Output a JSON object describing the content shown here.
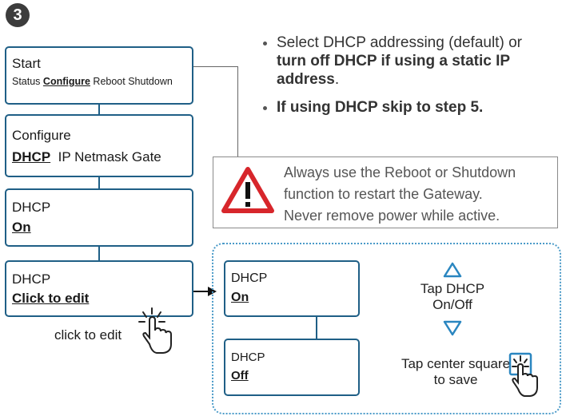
{
  "step_number": "3",
  "flow_boxes": [
    {
      "line1": "Start",
      "line2_parts": [
        "Status ",
        "Configure",
        " Reboot Shutdown"
      ]
    },
    {
      "line1": "Configure",
      "line2_parts": [
        "DHCP",
        "  IP Netmask Gate"
      ]
    },
    {
      "line1": "DHCP",
      "line2": "On"
    },
    {
      "line1": "DHCP",
      "line2": "Click to edit"
    }
  ],
  "click_to_edit_label": "click to edit",
  "bullets": {
    "item1_prefix": "Select DHCP addressing (default) or ",
    "item1_bold": "turn off DHCP if using a static IP address",
    "item1_suffix": ".",
    "item2": "If using DHCP skip to step 5."
  },
  "warning": {
    "line1": "Always use the Reboot or Shutdown",
    "line2": "function to restart the Gateway.",
    "line3": "Never remove power while active."
  },
  "detail_boxes": [
    {
      "line1": "DHCP",
      "line2": "On"
    },
    {
      "line1": "DHCP",
      "line2": "Off"
    }
  ],
  "tap_dhcp": {
    "line1": "Tap DHCP",
    "line2": "On/Off"
  },
  "tap_center": {
    "line1": "Tap center square",
    "line2": "to save"
  },
  "colors": {
    "box_border": "#1f5f86",
    "triangle_blue": "#2a86c0",
    "warning_red": "#d7262b",
    "dotted_border": "#4a9ac8"
  }
}
